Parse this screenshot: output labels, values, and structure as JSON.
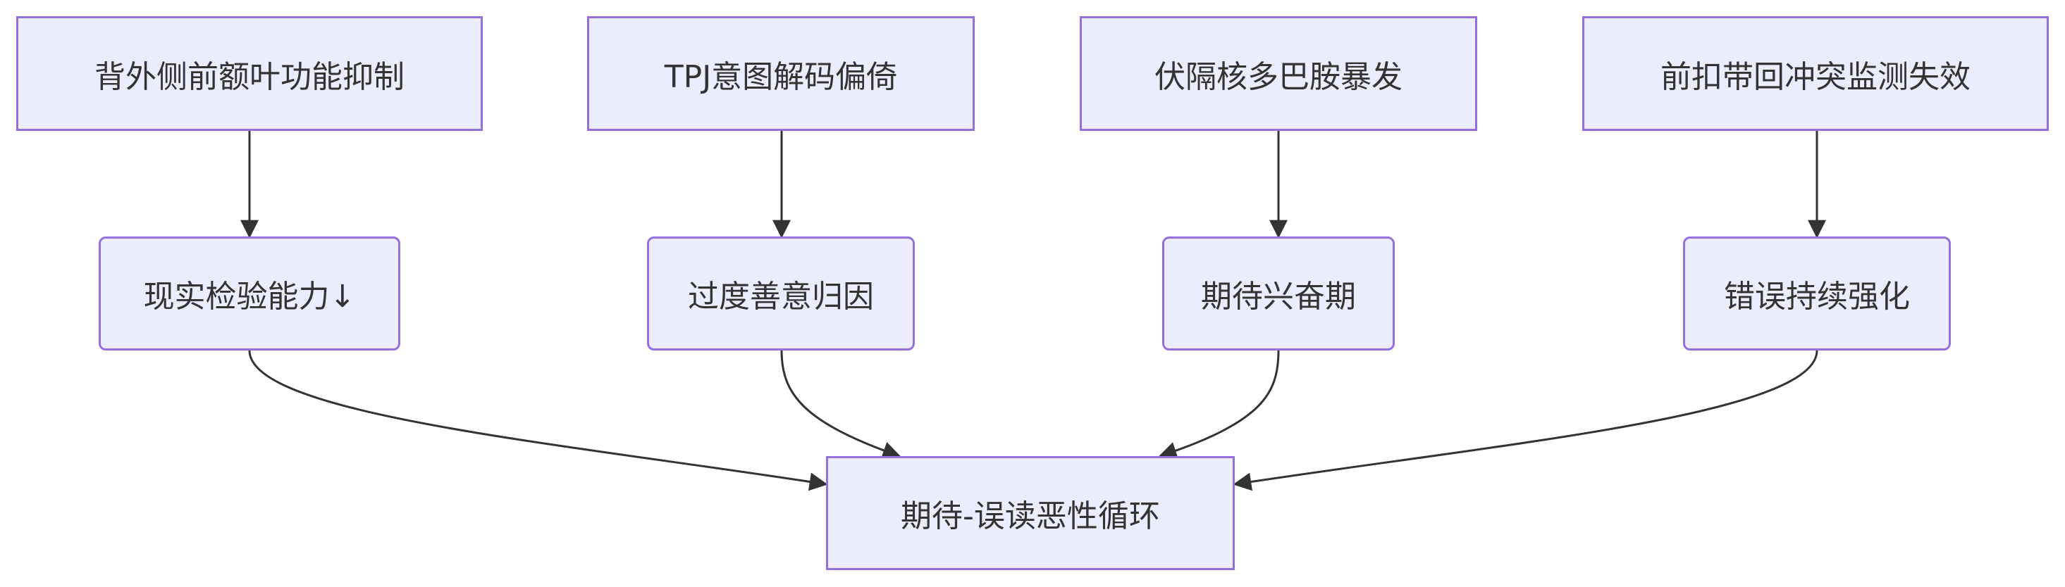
{
  "diagram": {
    "type": "flowchart",
    "direction": "top-down",
    "colors": {
      "node_fill": "#ececff",
      "node_border": "#9370db",
      "edge": "#333333",
      "text": "#333333"
    },
    "row1": [
      {
        "id": "A1",
        "label": "背外侧前额叶功能抑制"
      },
      {
        "id": "B1",
        "label": "TPJ意图解码偏倚"
      },
      {
        "id": "C1",
        "label": "伏隔核多巴胺暴发"
      },
      {
        "id": "D1",
        "label": "前扣带回冲突监测失效"
      }
    ],
    "row2": [
      {
        "id": "A2",
        "label": "现实检验能力↓"
      },
      {
        "id": "B2",
        "label": "过度善意归因"
      },
      {
        "id": "C2",
        "label": "期待兴奋期"
      },
      {
        "id": "D2",
        "label": "错误持续强化"
      }
    ],
    "result": {
      "id": "R",
      "label": "期待-误读恶性循环"
    },
    "edges": [
      {
        "from": "A1",
        "to": "A2"
      },
      {
        "from": "B1",
        "to": "B2"
      },
      {
        "from": "C1",
        "to": "C2"
      },
      {
        "from": "D1",
        "to": "D2"
      },
      {
        "from": "A2",
        "to": "R"
      },
      {
        "from": "B2",
        "to": "R"
      },
      {
        "from": "C2",
        "to": "R"
      },
      {
        "from": "D2",
        "to": "R"
      }
    ]
  }
}
